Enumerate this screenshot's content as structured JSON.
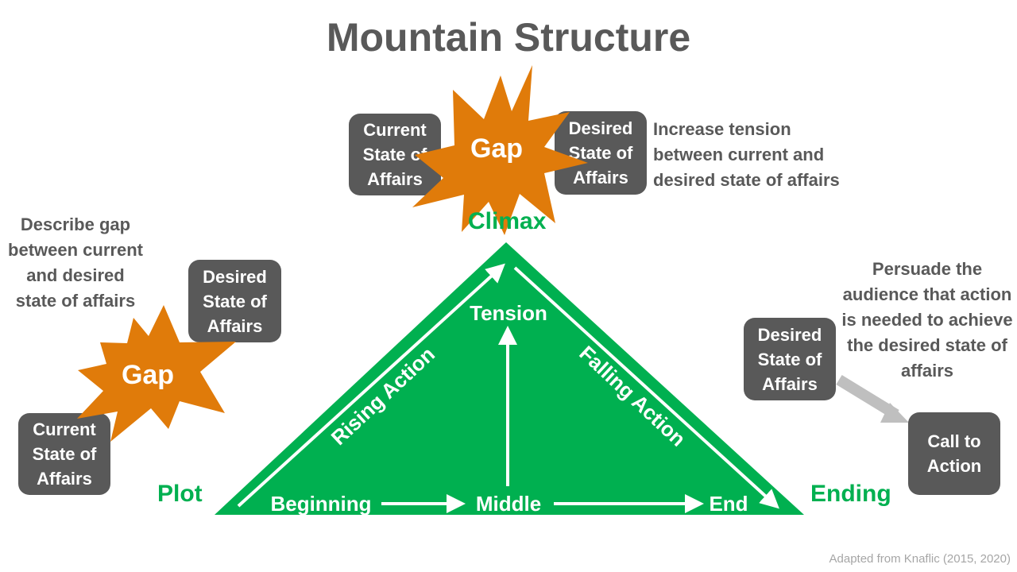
{
  "title": "Mountain Structure",
  "colors": {
    "green": "#00b050",
    "orange": "#e07b0a",
    "box": "#595959",
    "arrow_gray": "#bfbfbf"
  },
  "climax": {
    "label": "Climax",
    "current": "Current State of Affairs",
    "gap": "Gap",
    "desired": "Desired State of Affairs",
    "note": "Increase tension between current and desired state of affairs"
  },
  "plot": {
    "label": "Plot",
    "note": "Describe gap between current and desired state of affairs",
    "desired": "Desired State of Affairs",
    "gap": "Gap",
    "current": "Current State of Affairs"
  },
  "ending": {
    "label": "Ending",
    "note": "Persuade the audience that action is needed to achieve the desired state of affairs",
    "desired": "Desired State of Affairs",
    "call_to_action": "Call to Action"
  },
  "triangle": {
    "rising": "Rising Action",
    "falling": "Falling Action",
    "tension": "Tension",
    "beginning": "Beginning",
    "middle": "Middle",
    "end": "End"
  },
  "footer": "Adapted from Knaflic (2015, 2020)"
}
